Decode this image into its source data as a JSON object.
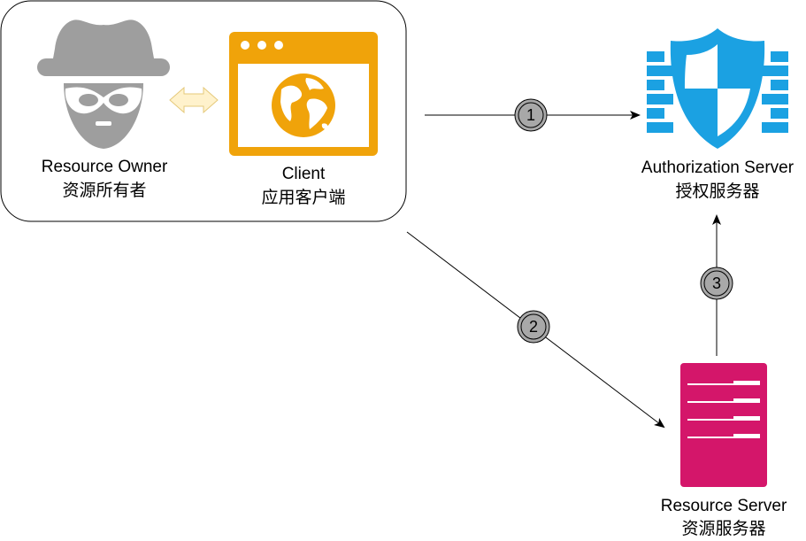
{
  "nodes": {
    "resource_owner": {
      "label_en": "Resource Owner",
      "label_zh": "资源所有者"
    },
    "client": {
      "label_en": "Client",
      "label_zh": "应用客户端"
    },
    "authorization_server": {
      "label_en": "Authorization Server",
      "label_zh": "授权服务器"
    },
    "resource_server": {
      "label_en": "Resource Server",
      "label_zh": "资源服务器"
    }
  },
  "steps": [
    {
      "number": "1",
      "from": "client-group",
      "to": "authorization_server"
    },
    {
      "number": "2",
      "from": "client-group",
      "to": "resource_server"
    },
    {
      "number": "3",
      "from": "resource_server",
      "to": "authorization_server"
    }
  ],
  "icons": {
    "resource_owner": "spy-icon",
    "exchange": "double-arrow-icon",
    "client": "browser-globe-icon",
    "authorization_server": "shield-firewall-icon",
    "resource_server": "server-icon"
  },
  "colors": {
    "spy": "#9e9e9e",
    "exchange": "#fff2cc",
    "client": "#f0a30a",
    "shield": "#1ba1e2",
    "server": "#d4166a",
    "step_badge": "#a8a8a8"
  }
}
